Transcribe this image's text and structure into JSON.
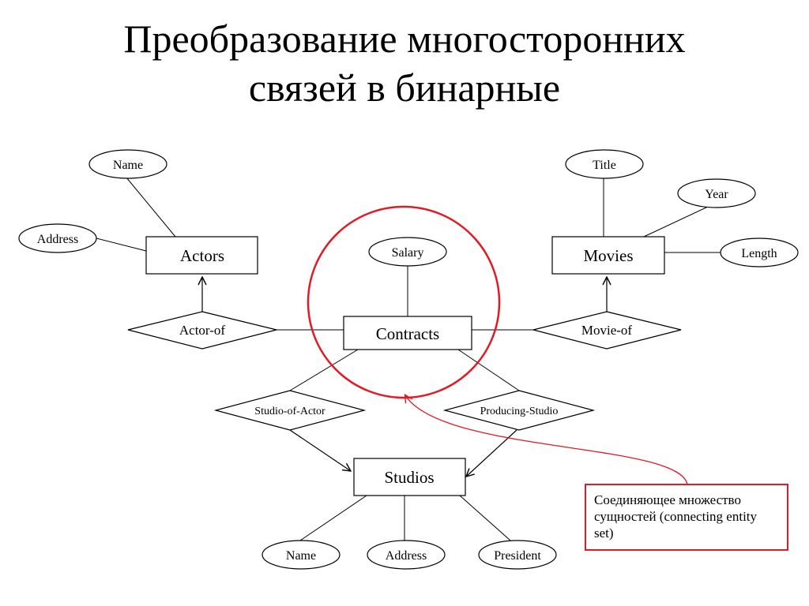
{
  "title": {
    "line1": "Преобразование многосторонних",
    "line2": "связей в бинарные"
  },
  "colors": {
    "accent": "#e01b24",
    "stroke": "#000000",
    "background": "#ffffff"
  },
  "entities": {
    "actors": "Actors",
    "movies": "Movies",
    "contracts": "Contracts",
    "studios": "Studios"
  },
  "relationships": {
    "actor_of": "Actor-of",
    "movie_of": "Movie-of",
    "studio_of_actor": "Studio-of-Actor",
    "producing_studio": "Producing-Studio"
  },
  "attributes": {
    "actor_name": "Name",
    "actor_address": "Address",
    "movie_title": "Title",
    "movie_year": "Year",
    "movie_length": "Length",
    "contract_salary": "Salary",
    "studio_name": "Name",
    "studio_address": "Address",
    "studio_president": "President"
  },
  "callout": {
    "text": "Соединяющее множество сущностей (connecting entity set)"
  }
}
